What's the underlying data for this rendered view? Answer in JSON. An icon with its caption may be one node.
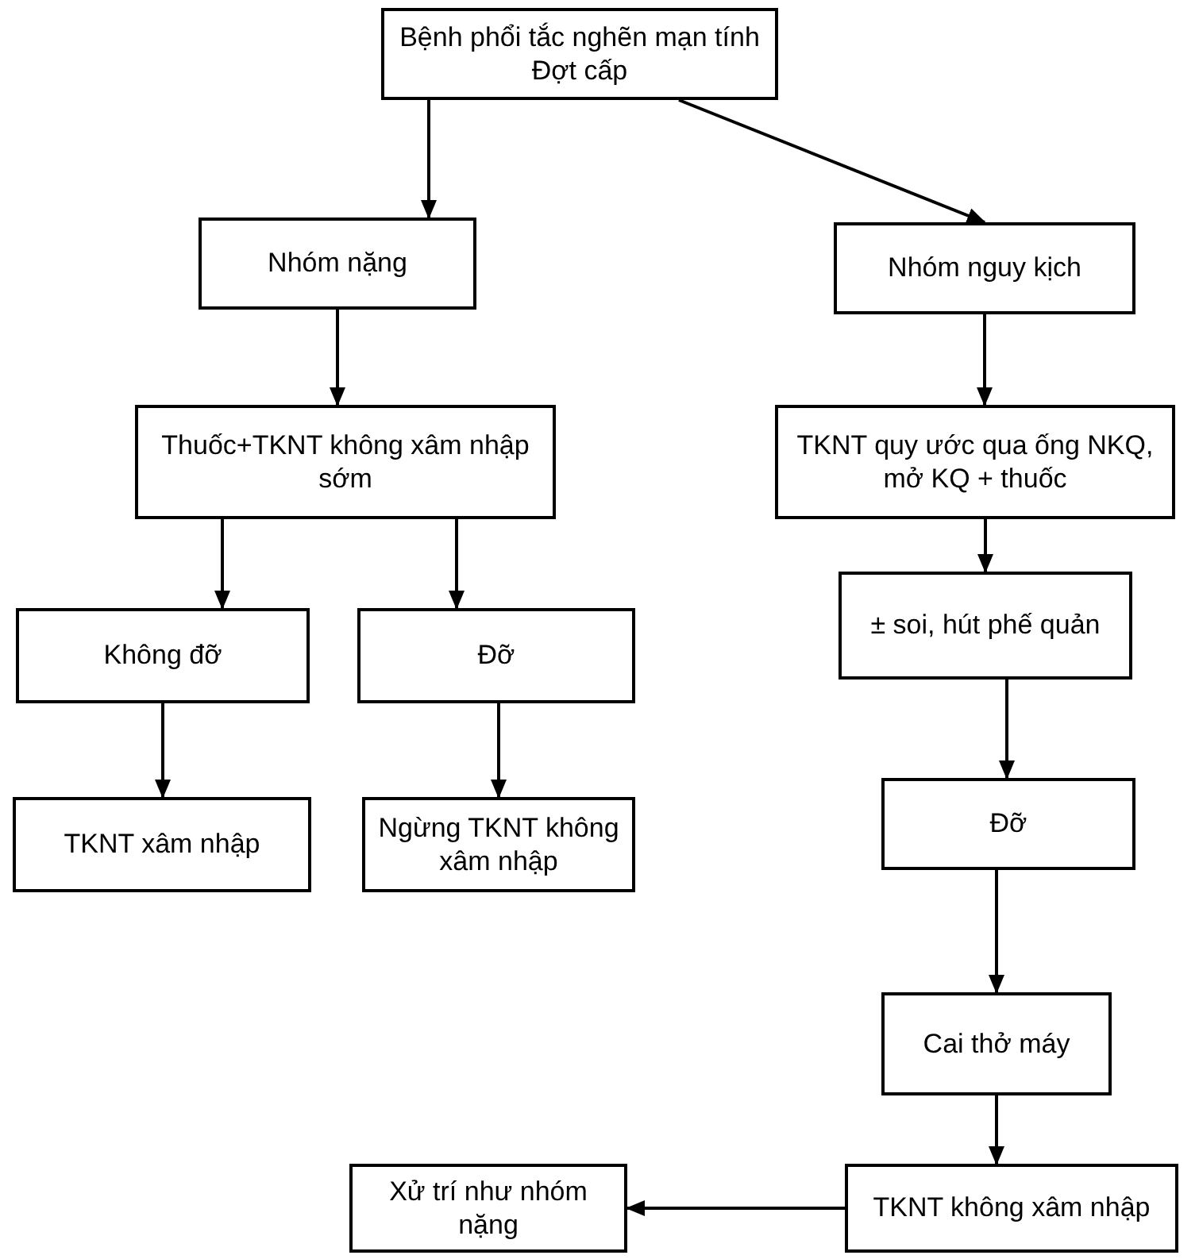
{
  "diagram": {
    "nodes": [
      {
        "text": [
          "Bệnh phổi tắc nghẽn mạn tính Đợt cấp"
        ]
      },
      {
        "text": [
          "Nhóm nặng"
        ]
      },
      {
        "text": [
          "Nhóm nguy kịch"
        ]
      },
      {
        "text": [
          "Thuốc+TKNT không xâm nhập sớm"
        ]
      },
      {
        "text": [
          "TKNT quy ước qua ống NKQ, mở KQ + thuốc"
        ]
      },
      {
        "text": [
          "Không đỡ"
        ]
      },
      {
        "text": [
          "Đỡ"
        ]
      },
      {
        "text": [
          "± soi, hút phế quản"
        ]
      },
      {
        "text": [
          "TKNT xâm nhập"
        ]
      },
      {
        "text": [
          "Ngừng TKNT không xâm nhập"
        ]
      },
      {
        "text": [
          "Đỡ"
        ]
      },
      {
        "text": [
          "Cai thở máy"
        ]
      },
      {
        "text": [
          "Xử trí như nhóm nặng"
        ]
      },
      {
        "text": [
          "TKNT không xâm nhập"
        ]
      }
    ],
    "edges": [
      {
        "from": 0,
        "to": 1,
        "arrow": "to"
      },
      {
        "from": 0,
        "to": 2,
        "arrow": "to"
      },
      {
        "from": 1,
        "to": 3,
        "arrow": "to"
      },
      {
        "from": 2,
        "to": 4,
        "arrow": "to"
      },
      {
        "from": 3,
        "to": 5,
        "arrow": "to"
      },
      {
        "from": 3,
        "to": 6,
        "arrow": "to"
      },
      {
        "from": 4,
        "to": 7,
        "arrow": "to"
      },
      {
        "from": 5,
        "to": 8,
        "arrow": "to"
      },
      {
        "from": 6,
        "to": 9,
        "arrow": "to"
      },
      {
        "from": 7,
        "to": 10,
        "arrow": "to"
      },
      {
        "from": 10,
        "to": 11,
        "arrow": "to"
      },
      {
        "from": 11,
        "to": 13,
        "arrow": "to"
      },
      {
        "from": 13,
        "to": 12,
        "arrow": "to"
      }
    ]
  }
}
